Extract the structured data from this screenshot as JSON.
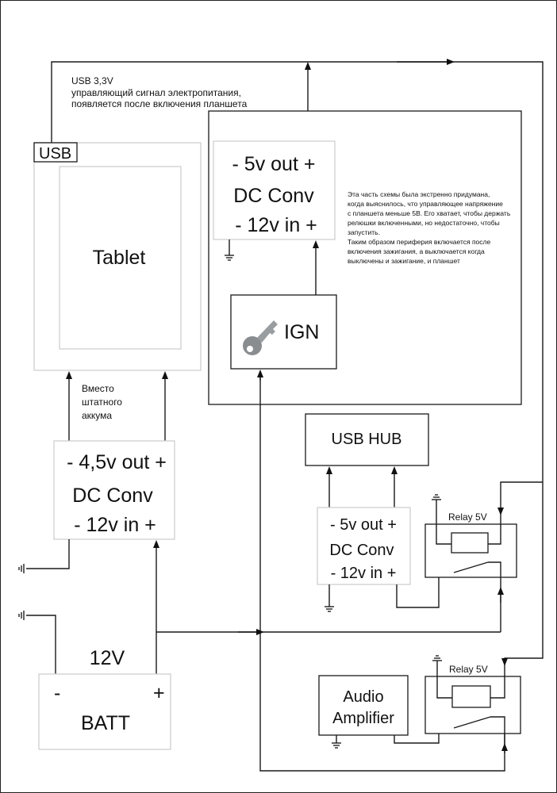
{
  "usb_note": {
    "line1": "USB 3,3V",
    "line2": "управляющий сигнал электропитания,",
    "line3": "появляется после включения планшета"
  },
  "tablet": {
    "usb_label": "USB",
    "label": "Tablet"
  },
  "tablet_note": {
    "line1": "Вместо",
    "line2": "штатного",
    "line3": "аккума"
  },
  "conv_tablet": {
    "out": "- 4,5v out +",
    "name": "DC Conv",
    "in": "- 12v in +"
  },
  "conv_ign": {
    "out": "-  5v out +",
    "name": "DC Conv",
    "in": "- 12v in +"
  },
  "ign": {
    "label": "IGN",
    "icon": "key-icon"
  },
  "explanation": [
    "Эта часть схемы была экстренно придумана,",
    "когда выяснилось, что управляющее напряжение",
    "с планшета меньше 5В. Его хватает, чтобы держать",
    "релюшки включенными, но недостаточно, чтобы",
    "запустить.",
    "Таким образом периферия включается после",
    "включения зажигания, а выключается когда",
    "выключены и зажигание, и планшет"
  ],
  "usb_hub": {
    "label": "USB HUB"
  },
  "conv_hub": {
    "out": "-  5v out +",
    "name": "DC Conv",
    "in": "- 12v in +"
  },
  "relay1": {
    "label": "Relay 5V"
  },
  "relay2": {
    "label": "Relay 5V"
  },
  "amplifier": {
    "line1": "Audio",
    "line2": "Amplifier"
  },
  "battery": {
    "voltage": "12V",
    "minus": "-",
    "plus": "+",
    "label": "BATT"
  }
}
